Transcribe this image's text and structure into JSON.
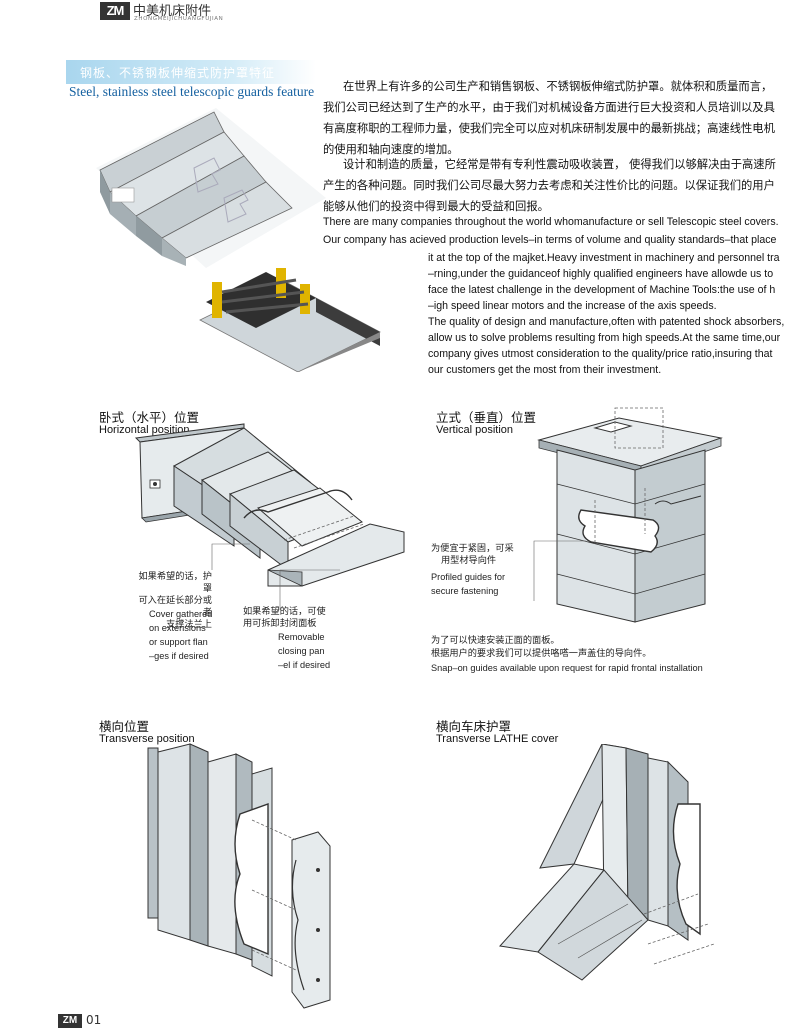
{
  "header": {
    "logo_mark": "ZM",
    "company_cn": "中美机床附件",
    "company_en": "ZHONGMEIJICHUANGFUJIAN"
  },
  "title": {
    "cn": "钢板、不锈钢板伸缩式防护罩特征",
    "en": "Steel, stainless steel telescopic guards feature"
  },
  "intro_cn": {
    "p1_lines": [
      "在世界上有许多的公司生产和销售钢板、不锈钢板伸缩式防护罩。就体积和质量而言，",
      "我们公司已经达到了生产的水平，由于我们对机械设备方面进行巨大投资和人员培训以及具",
      "有高度称职的工程师力量，使我们完全可以应对机床研制发展中的最新挑战；高速线性电机",
      "的使用和轴向速度的增加。"
    ],
    "p2_lines": [
      "设计和制造的质量，它经常是带有专利性震动吸收装置，  使得我们以够解决由于高速所",
      "产生的各种问题。同时我们公司尽最大努力去考虑和关注性价比的问题。以保证我们的用户",
      "能够从他们的投资中得到最大的受益和回报。"
    ]
  },
  "intro_en": {
    "lines_wide": [
      "There are many companies throughout the world whomanufacture or sell Telescopic steel covers.",
      "Our company has acieved production levels–in terms of volume and quality standards–that place"
    ],
    "lines_narrow": [
      "it at the top of the majket.Heavy investment in machinery and personnel tra",
      "–rning,under the guidanceof highly qualified engineers have allowde us to",
      "face the latest challenge in the development of Machine Tools:the use of h",
      "–igh speed linear motors and the increase of the axis speeds.",
      "The quality of design and manufacture,often with patented shock absorbers,",
      "allow us to solve problems resulting from high speeds.At the same time,our",
      "company gives utmost consideration to the quality/price ratio,insuring that",
      "our customers get the most from their investment."
    ]
  },
  "sections": {
    "horizontal": {
      "cn": "卧式（水平）位置",
      "en": "Horizontal position"
    },
    "vertical": {
      "cn": "立式（垂直）位置",
      "en": "Vertical position"
    },
    "transverse": {
      "cn": "横向位置",
      "en": "Transverse position"
    },
    "lathe": {
      "cn": "横向车床护罩",
      "en": "Transverse LATHE cover"
    }
  },
  "notes": {
    "gathered": {
      "cn_lines": [
        "如果希望的话，护罩",
        "可入在延长部分或者",
        "支撑法兰上"
      ],
      "en_lines": [
        "Cover gathered",
        "on extensions",
        "or support flan",
        "–ges if desired"
      ]
    },
    "removable": {
      "cn_lines": [
        "如果希望的话，可使",
        "用可拆卸封闭面板"
      ],
      "en_lines": [
        "Removable",
        "closing pan",
        "–el if desired"
      ]
    },
    "profiled": {
      "cn_lines": [
        "为便宜于紧固，可采",
        "用型材导向件"
      ],
      "en_lines": [
        "Profiled guides for",
        "secure fastening"
      ]
    },
    "snap": {
      "cn_lines": [
        "为了可以快速安装正面的面板。",
        "根据用户的要求我们可以提供咯嗒一声盖住的导向件。"
      ],
      "en_lines": [
        "Snap–on guides available upon request for rapid frontal installation"
      ]
    }
  },
  "footer": {
    "logo_mark": "ZM",
    "page": "01"
  },
  "colors": {
    "title_bar": "#a9d6ee",
    "title_en": "#1460a0",
    "steel_light": "#dfe5e8",
    "steel_mid": "#c3ccd1",
    "steel_dark": "#9aa6ad",
    "outline": "#3a3a3a"
  }
}
